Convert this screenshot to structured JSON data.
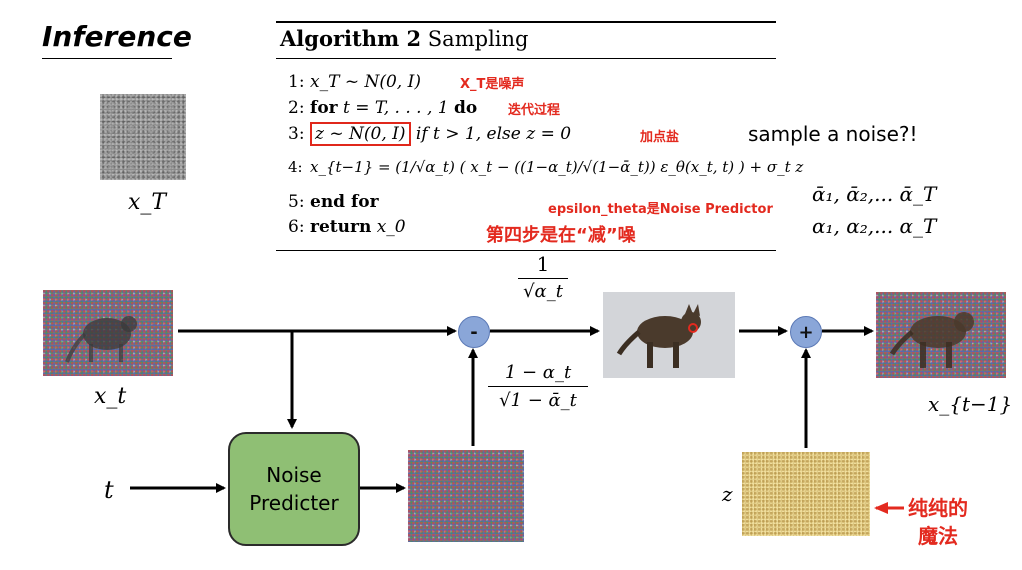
{
  "title": "Inference",
  "algorithm": {
    "heading_bold": "Algorithm 2",
    "heading_rest": " Sampling",
    "lines": [
      {
        "num": "1:",
        "text": "x_T ~ N(0, I)"
      },
      {
        "num": "2:",
        "kw": "for",
        "text": "t = T, . . . , 1",
        "kw2": "do"
      },
      {
        "num": "3:",
        "boxed": "z ~ N(0, I)",
        "text": "if t > 1, else z = 0"
      },
      {
        "num": "4:",
        "text": "x_{t−1} = (1/√α_t) ( x_t − ((1−α_t)/√(1−ᾱ_t)) ε_θ(x_t, t) ) + σ_t z"
      },
      {
        "num": "5:",
        "kw": "end for"
      },
      {
        "num": "6:",
        "kw": "return",
        "text": "x_0"
      }
    ]
  },
  "notes": {
    "line1": "X_T是噪声",
    "line2": "迭代过程",
    "line3": "加点盐",
    "epsilon": "epsilon_theta是Noise Predictor",
    "step4": "第四步是在“减”噪",
    "sample": "sample a noise?!",
    "magic_line1": "纯纯的",
    "magic_line2": "魔法"
  },
  "symbols": {
    "abar": "ᾱ₁, ᾱ₂,... ᾱ_T",
    "alpha": "α₁, α₂,... α_T",
    "xT": "x_T",
    "xt": "x_t",
    "xt1": "x_{t−1}",
    "t": "t",
    "z": "z"
  },
  "formulas": {
    "coef1_num": "1",
    "coef1_den": "√α_t",
    "coef2_num": "1 − α_t",
    "coef2_den": "√1 − ᾱ_t"
  },
  "ops": {
    "minus": "-",
    "plus": "+"
  },
  "predictor": {
    "line1": "Noise",
    "line2": "Predicter"
  },
  "colors": {
    "accent_red": "#e32a1f",
    "op_circle": "#8aa6d8",
    "predictor_fill": "#8fbf74"
  }
}
